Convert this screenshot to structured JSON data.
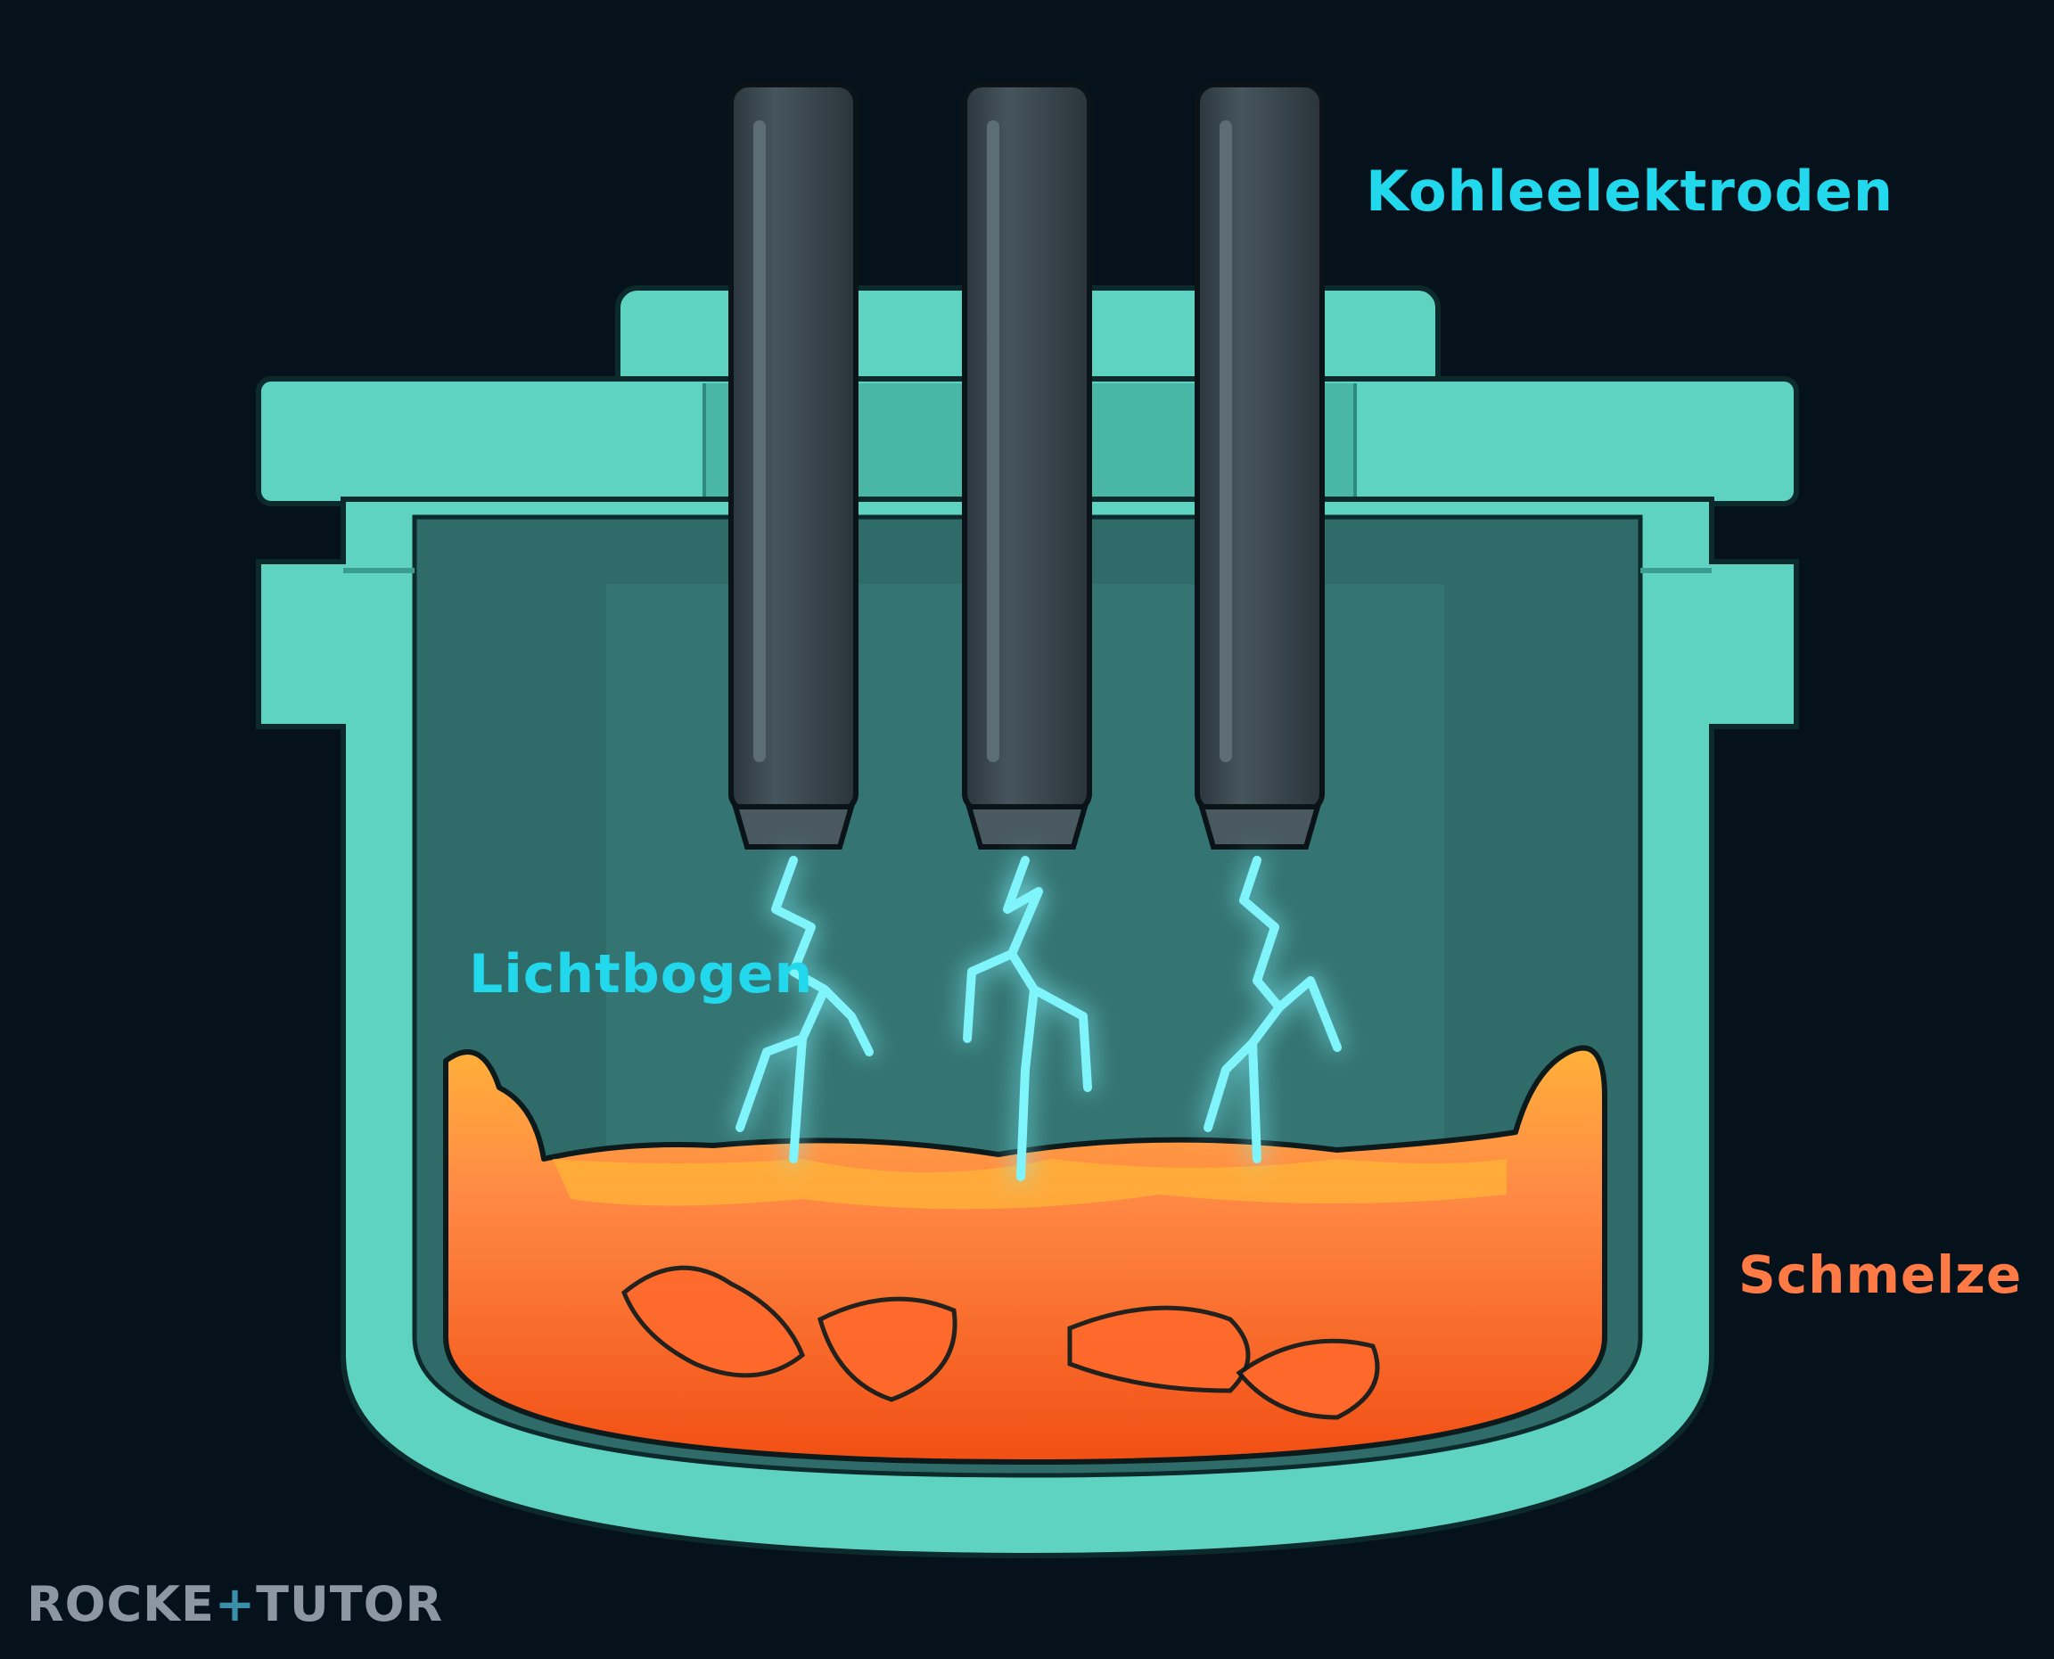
{
  "labels": {
    "electrodes": "Kohleelektroden",
    "arc": "Lichtbogen",
    "melt": "Schmelze"
  },
  "logo": {
    "part1": "ROCKE",
    "plus": "+",
    "part2": "TUTOR"
  },
  "colors": {
    "background": "#06121b",
    "furnace_shell": "#5ed3c2",
    "furnace_inner": "#2f6b68",
    "electrode": "#3a4850",
    "arc": "#3fe6f0",
    "melt": "#ff7a3c",
    "label_cyan": "#22d8ec",
    "label_orange": "#ff7a45"
  }
}
